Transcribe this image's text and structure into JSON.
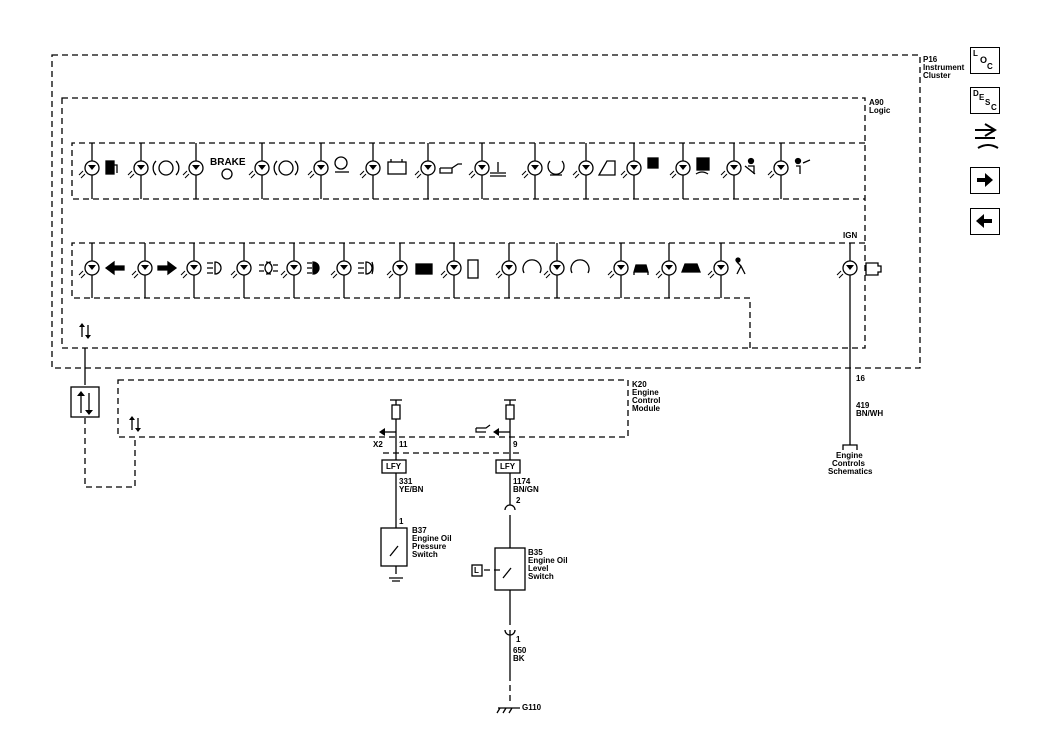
{
  "nav": {
    "loc": {
      "l1": "L",
      "l2": "O",
      "l3": "C"
    },
    "desc": {
      "l1": "D",
      "l2": "E",
      "l3": "S",
      "l4": "C"
    }
  },
  "modules": {
    "p16": {
      "id": "P16",
      "name_line1": "Instrument",
      "name_line2": "Cluster"
    },
    "a90": {
      "id": "A90",
      "name": "Logic"
    },
    "k20": {
      "id": "K20",
      "name_line1": "Engine",
      "name_line2": "Control",
      "name_line3": "Module"
    }
  },
  "indicators": {
    "brake_text": "BRAKE",
    "ign_label": "IGN"
  },
  "connectors": {
    "x2": "X2",
    "pin11": "11",
    "pin9": "9",
    "lfy_a": "LFY",
    "lfy_b": "LFY",
    "pin16": "16",
    "pin1_b37": "1",
    "pin2_b35": "2",
    "pin1_b35": "1"
  },
  "wires": {
    "w419": {
      "circuit": "419",
      "color": "BN/WH"
    },
    "w331": {
      "circuit": "331",
      "color": "YE/BN"
    },
    "w1174": {
      "circuit": "1174",
      "color": "BN/GN"
    },
    "w650": {
      "circuit": "650",
      "color": "BK"
    }
  },
  "components": {
    "b37": {
      "id": "B37",
      "l1": "Engine Oil",
      "l2": "Pressure",
      "l3": "Switch"
    },
    "b35": {
      "id": "B35",
      "l1": "Engine Oil",
      "l2": "Level",
      "l3": "Switch",
      "l_box": "L"
    },
    "ecs": {
      "l1": "Engine",
      "l2": "Controls",
      "l3": "Schematics"
    },
    "g110": "G110"
  }
}
